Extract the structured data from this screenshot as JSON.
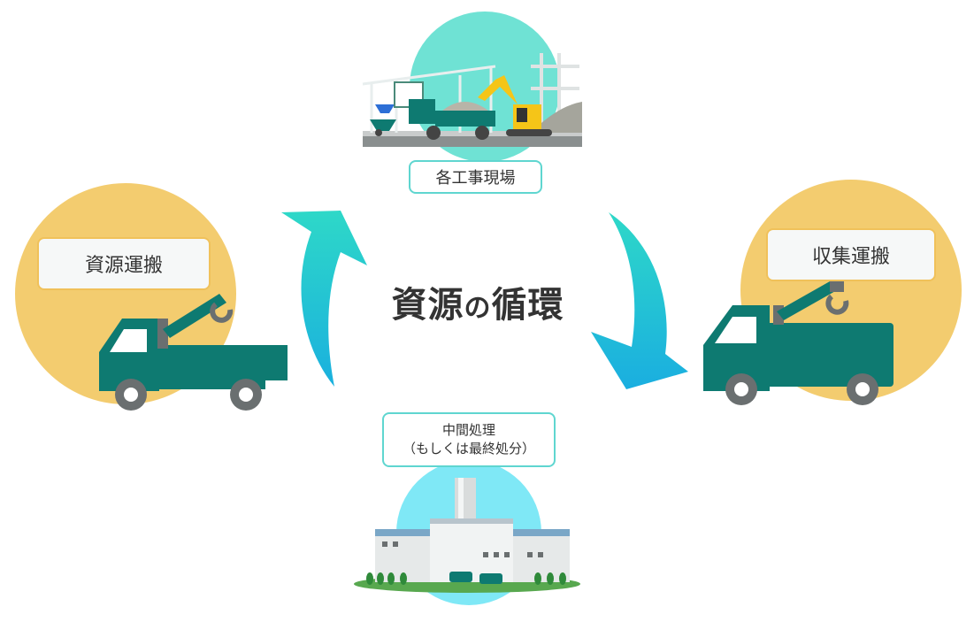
{
  "title": {
    "part1": "資源",
    "part2": "の",
    "part3": "循環"
  },
  "nodes": {
    "top": {
      "label": "各工事現場"
    },
    "left": {
      "label": "資源運搬"
    },
    "right": {
      "label": "収集運搬"
    },
    "bottom": {
      "line1": "中間処理",
      "line2": "（もしくは最終処分）"
    }
  },
  "colors": {
    "yellow_circle": "#f3cc6f",
    "teal_circle": "#6fe2d4",
    "light_blue_circle": "#7fe8f6",
    "truck_green": "#0e7a71",
    "wheel_gray": "#6a6f70",
    "arrow_top": "#2cd6c9",
    "arrow_bottom": "#1fb4df"
  }
}
